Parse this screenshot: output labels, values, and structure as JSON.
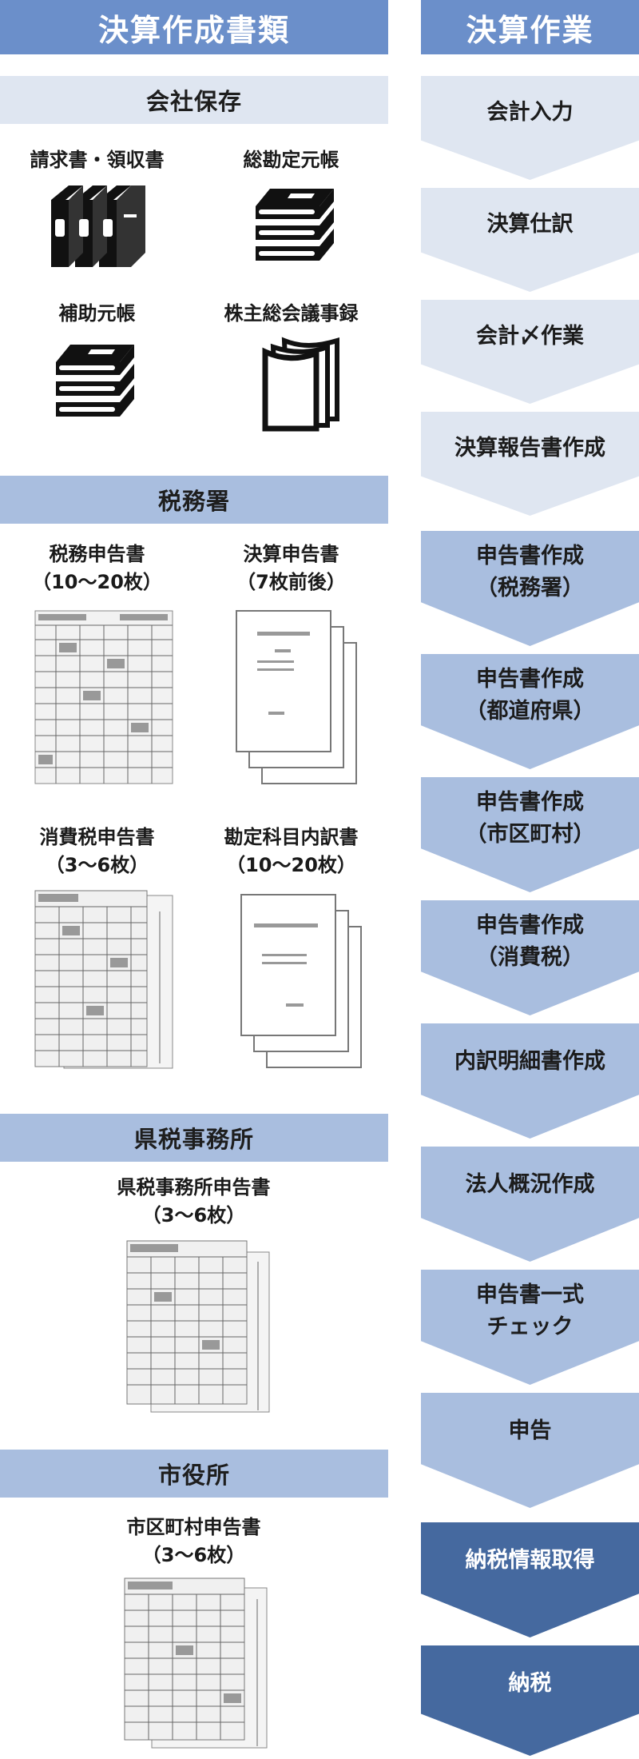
{
  "left": {
    "header": "決算作成書類",
    "sections": {
      "company": {
        "title": "会社保存",
        "items": [
          {
            "label": "請求書・領収書",
            "icon": "binders-icon"
          },
          {
            "label": "総勘定元帳",
            "icon": "book-stack-icon"
          },
          {
            "label": "補助元帳",
            "icon": "book-stack-icon"
          },
          {
            "label": "株主総会議事録",
            "icon": "document-pages-icon"
          }
        ]
      },
      "tax_office": {
        "title": "税務署",
        "items": [
          {
            "label": "税務申告書\n（10～20枚）",
            "image": "tax-form-image"
          },
          {
            "label": "決算申告書\n（7枚前後）",
            "image": "stacked-pages-image"
          },
          {
            "label": "消費税申告書\n（3～6枚）",
            "image": "tax-form-image"
          },
          {
            "label": "勘定科目内訳書\n（10～20枚）",
            "image": "stacked-pages-image"
          }
        ]
      },
      "prefecture": {
        "title": "県税事務所",
        "items": [
          {
            "label": "県税事務所申告書\n（3～6枚）",
            "image": "tax-form-image"
          }
        ]
      },
      "city": {
        "title": "市役所",
        "items": [
          {
            "label": "市区町村申告書\n（3～6枚）",
            "image": "tax-form-image"
          }
        ]
      }
    }
  },
  "right": {
    "header": "決算作業",
    "steps": [
      {
        "label": "会計入力",
        "tone": "light"
      },
      {
        "label": "決算仕訳",
        "tone": "light"
      },
      {
        "label": "会計〆作業",
        "tone": "light"
      },
      {
        "label": "決算報告書作成",
        "tone": "light"
      },
      {
        "label": "申告書作成\n（税務署）",
        "tone": "mid"
      },
      {
        "label": "申告書作成\n（都道府県）",
        "tone": "mid"
      },
      {
        "label": "申告書作成\n（市区町村）",
        "tone": "mid"
      },
      {
        "label": "申告書作成\n（消費税）",
        "tone": "mid"
      },
      {
        "label": "内訳明細書作成",
        "tone": "mid"
      },
      {
        "label": "法人概況作成",
        "tone": "mid"
      },
      {
        "label": "申告書一式\nチェック",
        "tone": "mid"
      },
      {
        "label": "申告",
        "tone": "mid"
      },
      {
        "label": "納税情報取得",
        "tone": "dark"
      },
      {
        "label": "納税",
        "tone": "dark"
      }
    ]
  },
  "colors": {
    "header_blue": "#6b8fca",
    "light_band": "#dfe6f1",
    "mid_band": "#a9bedf",
    "dark_band": "#45699f"
  }
}
